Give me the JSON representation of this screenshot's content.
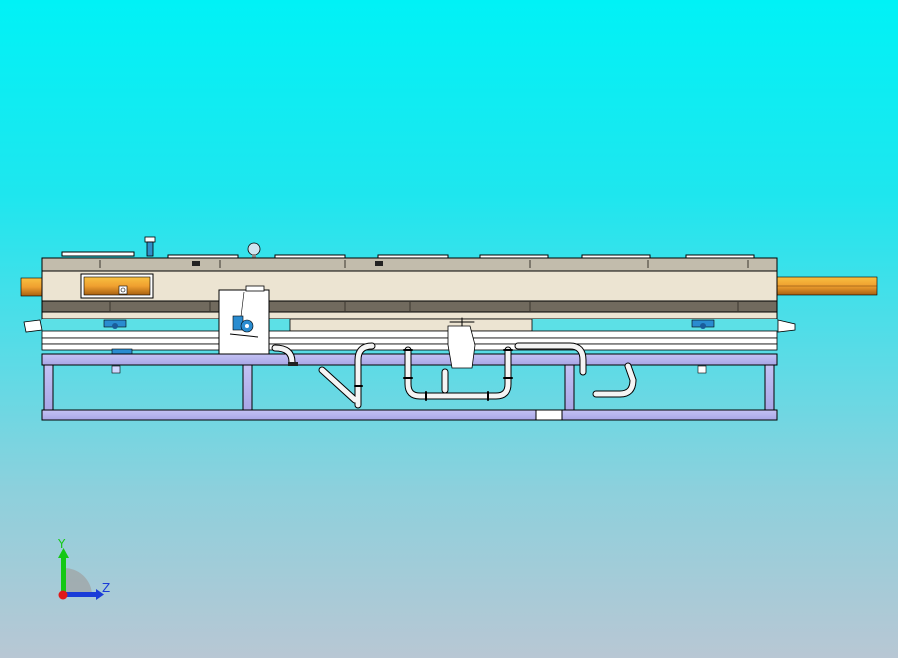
{
  "viewport": {
    "type": "cad-graphics-area",
    "background_top": "#00f2f6",
    "background_bottom": "#b8c7d4",
    "view": "side (Z-Y plane)"
  },
  "model": {
    "name": "machine-assembly",
    "colors": {
      "body_top": "#c2bcac",
      "body_main": "#ece4d2",
      "body_band": "#716a5e",
      "frame": "#b6b4ee",
      "heater_rod": "#f0a030",
      "pipes": "#f4f4f4",
      "fittings": "#2a8cd0",
      "outline": "#000000"
    }
  },
  "triad": {
    "y_label": "Y",
    "z_label": "Z",
    "y_color": "#14c814",
    "z_color": "#1a3cd8",
    "x_color": "#e01818"
  }
}
